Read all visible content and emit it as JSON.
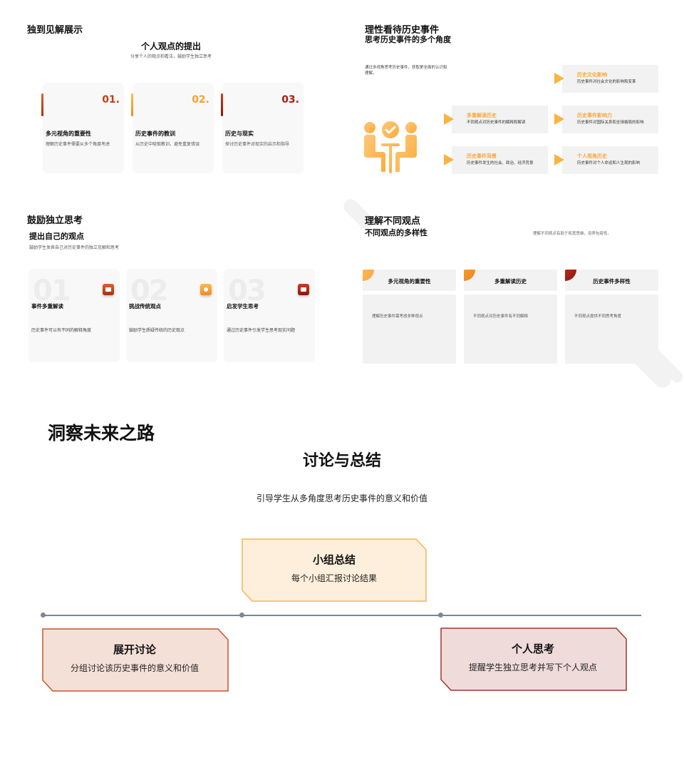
{
  "slide1": {
    "title": "独到见解展示",
    "subtitle": "个人观点的提出",
    "description": "分享个人的观点和看法，鼓励学生独立思考",
    "cards": [
      {
        "number": "01.",
        "heading": "多元视角的重要性",
        "text": "理解历史事件需要从多个角度考虑",
        "color": "#c0411a"
      },
      {
        "number": "02.",
        "heading": "历史事件的教训",
        "text": "从历史中吸取教训，避免重复错误",
        "color": "#f7a234"
      },
      {
        "number": "03.",
        "heading": "历史与现实",
        "text": "探讨历史事件对现实的启示和指导",
        "color": "#a71d12"
      }
    ]
  },
  "slide2": {
    "title": "理性看待历史事件",
    "subtitle": "思考历史事件的多个角度",
    "description": "通过多视角思考历史事件，获取更全面的认识和理解。",
    "icon": "people-meeting-check-icon",
    "cards": [
      {
        "heading": "历史文化影响",
        "text": "历史事件对社会文化的影响和变革"
      },
      {
        "heading": "多重解读历史",
        "text": "不同观点对历史事件的解释和解读"
      },
      {
        "heading": "历史事件影响力",
        "text": "历史事件对国际关系和全球格局的影响"
      },
      {
        "heading": "历史事件背景",
        "text": "历史事件发生的社会、政治、经济背景"
      },
      {
        "heading": "个人视角历史",
        "text": "历史事件对个人命运和人生观的影响"
      }
    ]
  },
  "slide3": {
    "title": "鼓励独立思考",
    "subtitle": "提出自己的观点",
    "description": "鼓励学生发表自己对历史事件的独立见解和思考",
    "cards": [
      {
        "big_number": "01",
        "heading": "事件多重解读",
        "text": "历史事件可以有不同的解释角度",
        "icon": "image-icon",
        "color": "#c0411a"
      },
      {
        "big_number": "02",
        "heading": "挑战传统观点",
        "text": "鼓励学生质疑传统的历史观点",
        "icon": "location-pin-icon",
        "color": "#f7a234"
      },
      {
        "big_number": "03",
        "heading": "启发学生思考",
        "text": "通过历史事件引发学生思考现实问题",
        "icon": "sofa-icon",
        "color": "#a71d12"
      }
    ]
  },
  "slide4": {
    "title": "理解不同观点",
    "subtitle": "不同观点的多样性",
    "description": "理解不同观点有助于拓宽思维，培养包容性。",
    "cards": [
      {
        "heading": "多元视角的重要性",
        "text": "理解历史事件需考虑多种观点",
        "color": "#fdb33f"
      },
      {
        "heading": "多重解读历史",
        "text": "不同观点对历史事件有不同解释",
        "color": "#f28c1c"
      },
      {
        "heading": "历史事件多样性",
        "text": "不同观点提供不同思考角度",
        "color": "#b81e10"
      }
    ]
  },
  "bottom": {
    "title": "洞察未来之路",
    "subtitle": "讨论与总结",
    "description": "引导学生从多角度思考历史事件的意义和价值",
    "timeline": [
      {
        "heading": "展开讨论",
        "text": "分组讨论该历史事件的意义和价值",
        "fill": "#f5e0d8",
        "stroke": "#c8552e"
      },
      {
        "heading": "小组总结",
        "text": "每个小组汇报讨论结果",
        "fill": "#fdefdb",
        "stroke": "#f5b458"
      },
      {
        "heading": "个人思考",
        "text": "提醒学生独立思考并写下个人观点",
        "fill": "#efdcda",
        "stroke": "#9a3a2a"
      }
    ],
    "line_color": "#7c8795"
  }
}
